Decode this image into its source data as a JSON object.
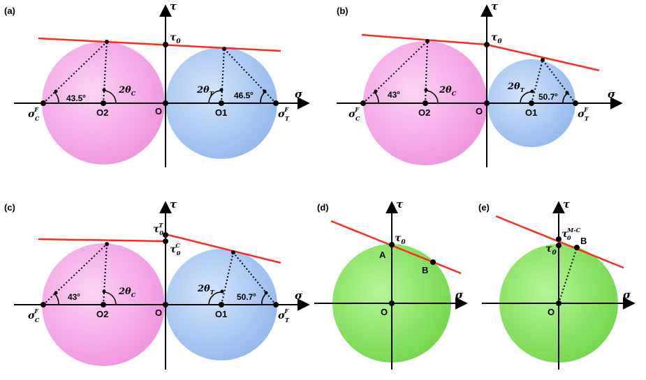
{
  "colors": {
    "pink": "#f4a6e6",
    "blue": "#a8c8f2",
    "green": "#8fe26a",
    "red": "#ff2a1a",
    "axis": "#000000"
  },
  "panels": {
    "a": {
      "label": "(a)",
      "tau": "τ",
      "sigma": "σ",
      "tau0": "τ",
      "tau0_sub": "0",
      "o": "O",
      "o1": "O1",
      "o2": "O2",
      "sigmaC": "σ",
      "sigmaC_sub": "C",
      "sigmaC_sup": "F",
      "sigmaT": "σ",
      "sigmaT_sub": "T",
      "sigmaT_sup": "F",
      "angleC": "43.5",
      "angleT": "46.5",
      "deg": "o",
      "twoThetaC": "2θ",
      "twoThetaC_sub": "C",
      "twoThetaT": "2θ",
      "twoThetaT_sub": "T"
    },
    "b": {
      "label": "(b)",
      "tau": "τ",
      "sigma": "σ",
      "tau0": "τ",
      "tau0_sub": "0",
      "o": "O",
      "o1": "O1",
      "o2": "O2",
      "sigmaC": "σ",
      "sigmaC_sub": "C",
      "sigmaC_sup": "F",
      "sigmaT": "σ",
      "sigmaT_sub": "T",
      "sigmaT_sup": "F",
      "angleC": "43",
      "angleT": "50.7",
      "deg": "o",
      "twoThetaC": "2θ",
      "twoThetaC_sub": "C",
      "twoThetaT": "2θ",
      "twoThetaT_sub": "T"
    },
    "c": {
      "label": "(c)",
      "tau": "τ",
      "sigma": "σ",
      "tau0T": "τ",
      "tau0T_sub": "0",
      "tau0T_sup": "T",
      "tau0C": "τ",
      "tau0C_sub": "0",
      "tau0C_sup": "C",
      "o": "O",
      "o1": "O1",
      "o2": "O2",
      "sigmaC": "σ",
      "sigmaC_sub": "C",
      "sigmaC_sup": "F",
      "sigmaT": "σ",
      "sigmaT_sub": "T",
      "sigmaT_sup": "F",
      "angleC": "43",
      "angleT": "50.7",
      "deg": "o",
      "twoThetaC": "2θ",
      "twoThetaC_sub": "C",
      "twoThetaT": "2θ",
      "twoThetaT_sub": "T"
    },
    "d": {
      "label": "(d)",
      "tau": "τ",
      "sigma": "σ",
      "tau0": "τ",
      "tau0_sub": "0",
      "o": "O",
      "a": "A",
      "b": "B"
    },
    "e": {
      "label": "(e)",
      "tau": "τ",
      "sigma": "σ",
      "tau0MC": "τ",
      "tau0MC_sub": "0",
      "tau0MC_sup": "M-C",
      "tau0": "τ",
      "tau0_sub": "0",
      "o": "O",
      "b": "B"
    }
  }
}
